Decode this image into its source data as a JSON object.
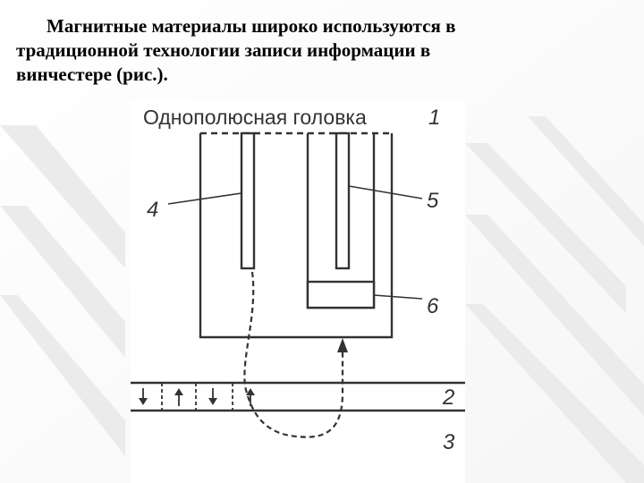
{
  "slide": {
    "text": "Магнитные материалы широко используются в традиционной технологии записи информации в винчестере (рис.).",
    "line1": "Магнитные материалы широко используются в",
    "line2": "традиционной технологии записи информации в",
    "line3": "винчестере (рис.)."
  },
  "figure": {
    "title": "Однополюсная головка",
    "labels": {
      "head": "1",
      "recording_layer": "2",
      "substrate": "3",
      "left_pole": "4",
      "right_pole": "5",
      "coil": "6"
    }
  },
  "colors": {
    "text": "#000000",
    "diagram_stroke": "#333333",
    "background": "#ffffff",
    "decor_stripes": "#eaeaea"
  }
}
